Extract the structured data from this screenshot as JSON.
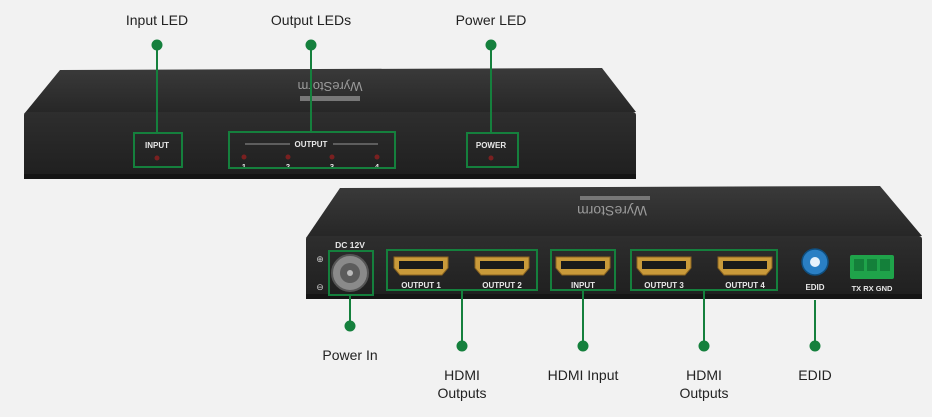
{
  "callouts": {
    "input_led": "Input LED",
    "output_leds": "Output LEDs",
    "power_led": "Power LED",
    "power_in": "Power In",
    "hdmi_outputs_left_line1": "HDMI",
    "hdmi_outputs_left_line2": "Outputs",
    "hdmi_input": "HDMI Input",
    "hdmi_outputs_right_line1": "HDMI",
    "hdmi_outputs_right_line2": "Outputs",
    "edid": "EDID"
  },
  "front_panel": {
    "input_label": "INPUT",
    "output_label": "OUTPUT",
    "output_numbers": [
      "1",
      "2",
      "3",
      "4"
    ],
    "power_label": "POWER"
  },
  "rear_panel": {
    "dc_label": "DC 12V",
    "port_labels": [
      "OUTPUT 1",
      "OUTPUT 2",
      "INPUT",
      "OUTPUT 3",
      "OUTPUT 4"
    ],
    "edid_label": "EDID",
    "terminal_label": "TX RX GND"
  },
  "colors": {
    "highlight_green": "#15803d",
    "device_body": "#2b2b2b",
    "terminal_green": "#1fa34a",
    "dial_blue": "#2a7fc4"
  }
}
